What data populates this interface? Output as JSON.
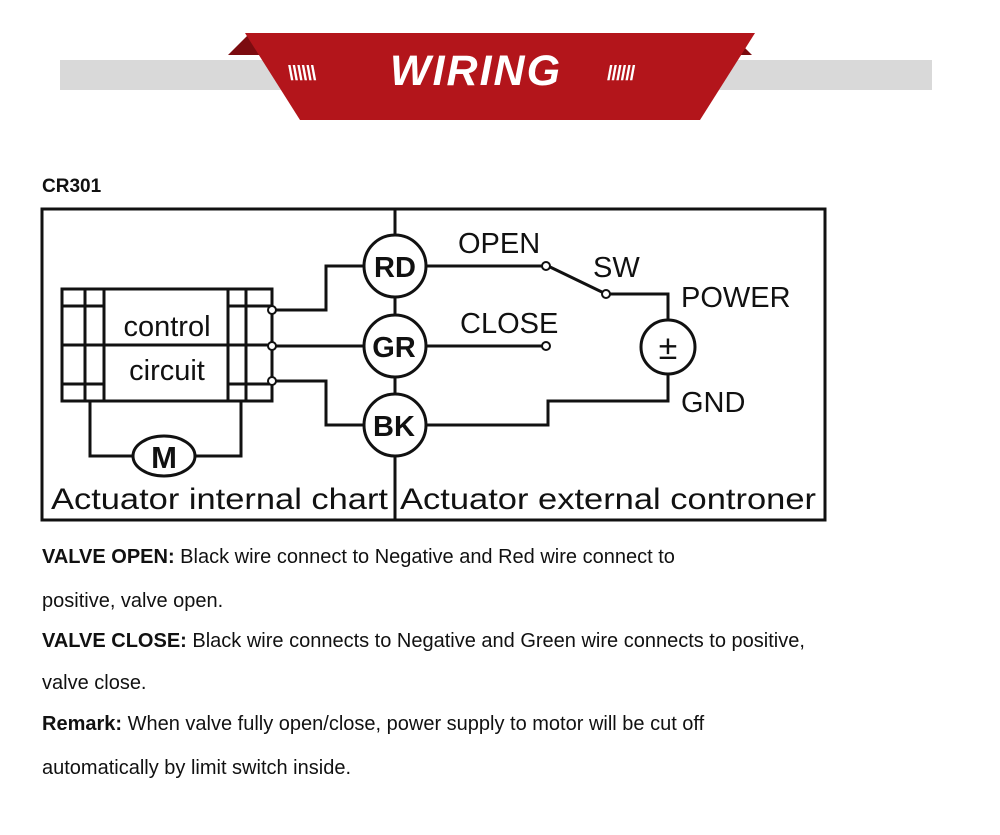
{
  "banner": {
    "title": "WIRING",
    "hatch_left": "\\\\\\\\\\\\",
    "hatch_right": "//////",
    "colors": {
      "ribbon": "#b3151b",
      "ribbon_dark": "#7c0c10",
      "bar": "#d9d9d9"
    }
  },
  "model": "CR301",
  "diagram": {
    "inner_label": "Actuator internal chart",
    "outer_label": "Actuator external controner",
    "control_line1": "control",
    "control_line2": "circuit",
    "motor": "M",
    "wires": {
      "red": "RD",
      "green": "GR",
      "black": "BK"
    },
    "open": "OPEN",
    "close": "CLOSE",
    "switch": "SW",
    "power": "POWER",
    "supply_symbol": "±",
    "ground": "GND"
  },
  "notes": [
    {
      "label": "VALVE OPEN:",
      "text": " Black wire connect to Negative and Red wire connect to"
    },
    {
      "label": "",
      "text": "positive, valve open."
    },
    {
      "label": "VALVE CLOSE:",
      "text": " Black wire connects to Negative and Green wire connects to positive,"
    },
    {
      "label": "",
      "text": " valve close."
    },
    {
      "label": "Remark:",
      "text": " When valve fully open/close, power supply to motor will be cut off"
    },
    {
      "label": "",
      "text": "automatically by limit switch inside."
    }
  ]
}
